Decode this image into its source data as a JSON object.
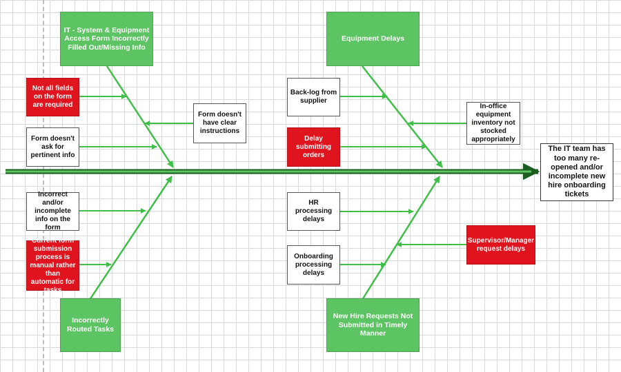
{
  "diagram": {
    "effect": "The IT team has too many re-opened and/or incomplete new hire onboarding tickets",
    "categories": {
      "it_form": "IT - System & Equipment Access Form Incorrectly Filled Out/Missing Info",
      "equipment_delays": "Equipment Delays",
      "incorrectly_routed": "Incorrectly Routed Tasks",
      "new_hire_requests": "New Hire Requests Not Submitted in Timely Manner"
    },
    "causes": {
      "not_all_fields": "Not all fields on the form are required",
      "form_no_instructions": "Form doesn't have clear instructions",
      "form_no_pertinent": "Form doesn't ask for pertinent info",
      "backlog_supplier": "Back-log from supplier",
      "inventory_not_stocked": "In-office equipment inventory not stocked appropriately",
      "delay_orders": "Delay submitting orders",
      "incorrect_info": "Incorrect and/or incomplete info on the form",
      "manual_process": "Current form submission process is manual rather than automatic for tasks",
      "hr_delays": "HR processing delays",
      "supervisor_delays": "Supervisor/Manager request delays",
      "onboarding_delays": "Onboarding processing delays"
    },
    "colors": {
      "category": "#5cc462",
      "critical_cause": "#e0141e",
      "cause": "#ffffff",
      "arrow": "#3fbf4a",
      "spine": "#2e7d32"
    }
  }
}
